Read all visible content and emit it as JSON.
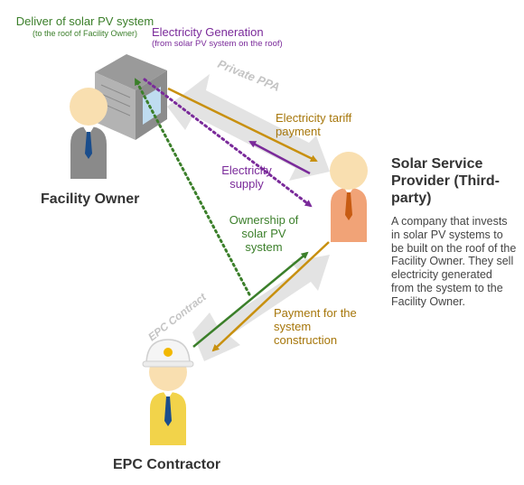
{
  "labels": {
    "delivery_title": "Deliver of solar PV system",
    "delivery_sub": "(to the roof of Facility Owner)",
    "generation_title": "Electricity Generation",
    "generation_sub": "(from solar PV system on the roof)",
    "private_ppa": "Private PPA",
    "tariff_payment": "Electricity tariff payment",
    "electricity_supply": "Electricity supply",
    "ownership": "Ownership of solar PV system",
    "epc_contract": "EPC Contract",
    "payment_construction": "Payment for the system construction"
  },
  "actors": {
    "facility_owner": "Facility Owner",
    "solar_provider": "Solar Service Provider (Third-party)",
    "solar_provider_desc": "A company that invests in solar PV systems to be built on the roof of the Facility Owner. They sell electricity generated from the system to the Facility Owner.",
    "epc_contractor": "EPC Contractor"
  },
  "colors": {
    "green": "#3b7f2a",
    "purple": "#7a2a9a",
    "gold": "#c8900f",
    "gray_arrow": "#e2e2e2",
    "skin": "#f9dfb0"
  }
}
